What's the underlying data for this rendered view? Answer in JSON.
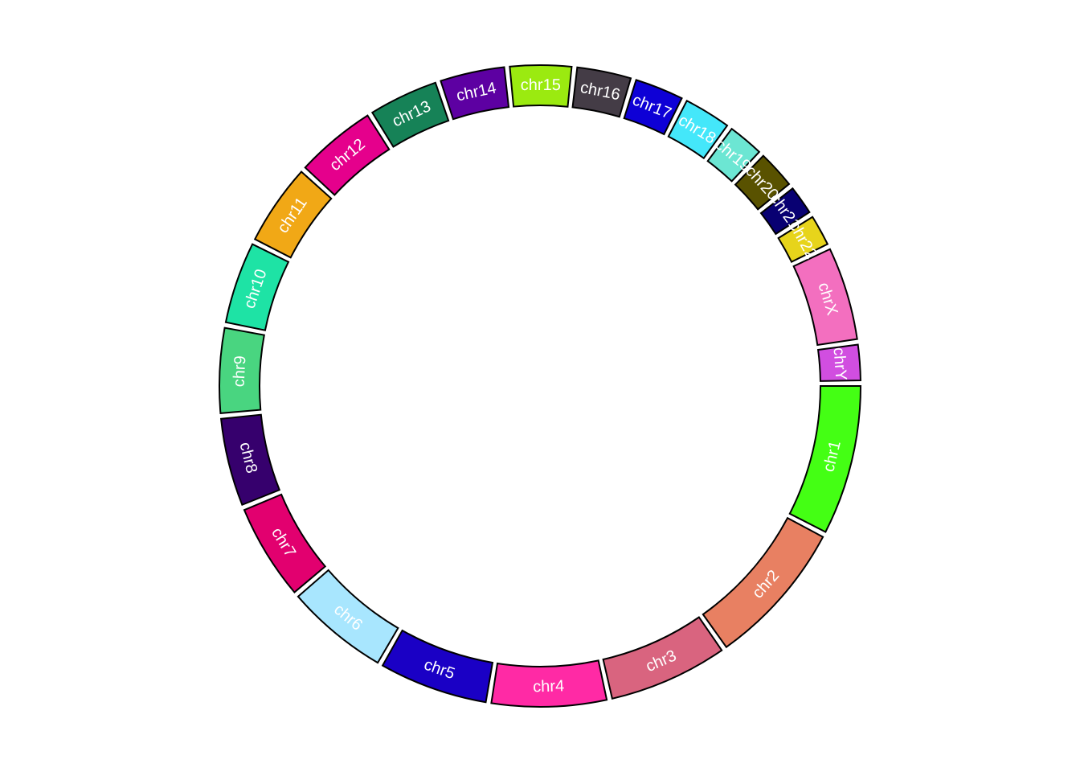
{
  "chart_data": {
    "type": "circular-ideogram",
    "title": "",
    "direction": "clockwise",
    "segments": [
      {
        "name": "chr1",
        "label": "chr1",
        "length": 249,
        "color": "#44ff14"
      },
      {
        "name": "chr2",
        "label": "chr2",
        "length": 243,
        "color": "#e88062"
      },
      {
        "name": "chr3",
        "label": "chr3",
        "length": 198,
        "color": "#d9647f"
      },
      {
        "name": "chr4",
        "label": "chr4",
        "length": 191,
        "color": "#ff2aa5"
      },
      {
        "name": "chr5",
        "label": "chr5",
        "length": 181,
        "color": "#1a00c5"
      },
      {
        "name": "chr6",
        "label": "chr6",
        "length": 171,
        "color": "#a8e6fe"
      },
      {
        "name": "chr7",
        "label": "chr7",
        "length": 159,
        "color": "#e2006f"
      },
      {
        "name": "chr8",
        "label": "chr8",
        "length": 146,
        "color": "#36006d"
      },
      {
        "name": "chr9",
        "label": "chr9",
        "length": 141,
        "color": "#49d580"
      },
      {
        "name": "chr10",
        "label": "chr10",
        "length": 136,
        "color": "#1ee3a5"
      },
      {
        "name": "chr11",
        "label": "chr11",
        "length": 135,
        "color": "#f1a816"
      },
      {
        "name": "chr12",
        "label": "chr12",
        "length": 134,
        "color": "#e5008c"
      },
      {
        "name": "chr13",
        "label": "chr13",
        "length": 115,
        "color": "#168257"
      },
      {
        "name": "chr14",
        "label": "chr14",
        "length": 107,
        "color": "#5d00a2"
      },
      {
        "name": "chr15",
        "label": "chr15",
        "length": 102,
        "color": "#9bea10"
      },
      {
        "name": "chr16",
        "label": "chr16",
        "length": 90,
        "color": "#443c46"
      },
      {
        "name": "chr17",
        "label": "chr17",
        "length": 81,
        "color": "#0e00d6"
      },
      {
        "name": "chr18",
        "label": "chr18",
        "length": 78,
        "color": "#44e7fa"
      },
      {
        "name": "chr19",
        "label": "chr19",
        "length": 59,
        "color": "#6ce6d3"
      },
      {
        "name": "chr20",
        "label": "chr20",
        "length": 63,
        "color": "#595200"
      },
      {
        "name": "chr21",
        "label": "chr21",
        "length": 48,
        "color": "#080072"
      },
      {
        "name": "chr22",
        "label": "chr22",
        "length": 51,
        "color": "#e7d41b"
      },
      {
        "name": "chrX",
        "label": "chrX",
        "length": 155,
        "color": "#f36fbf"
      },
      {
        "name": "chrY",
        "label": "chrY",
        "length": 59,
        "color": "#d14ee0"
      }
    ]
  }
}
